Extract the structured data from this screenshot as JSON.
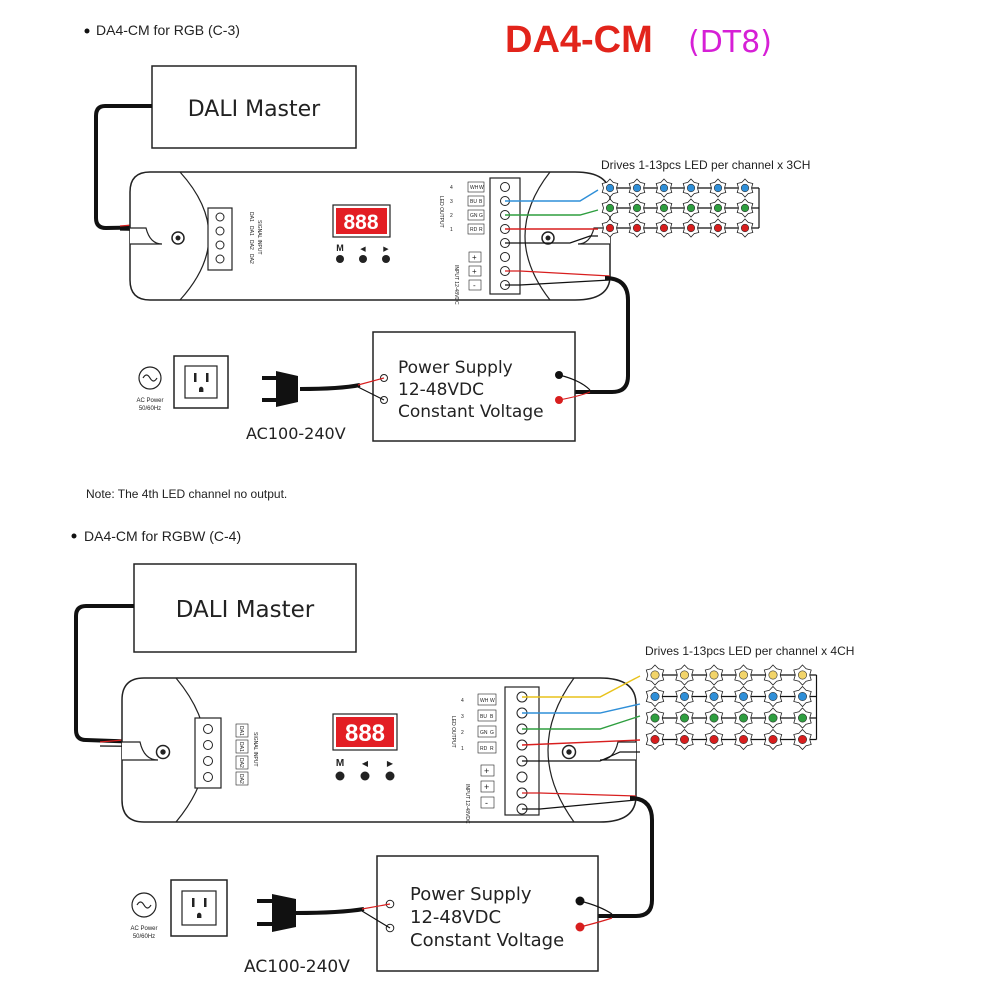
{
  "title": {
    "main": "DA4-CM",
    "suffix": "(DT8)"
  },
  "colors": {
    "title_main": "#e2241b",
    "title_suffix": "#d61fd6",
    "wire_red": "#d81e1e",
    "wire_black": "#111111",
    "wire_blue": "#2f8fd8",
    "wire_green": "#2e9e3f",
    "wire_yellow": "#e8c21a",
    "display_bg": "#e31e24"
  },
  "note": "Note: The 4th LED channel no output.",
  "diagrams": [
    {
      "heading": "DA4-CM for RGB (C-3)",
      "dali_master": "DALI Master",
      "drives_label": "Drives 1-13pcs LED per channel x 3CH",
      "display": "888",
      "buttons": [
        "M",
        "◀",
        "▶"
      ],
      "signal_input_label": "SIGNAL INPUT",
      "signal_terminals": [
        "DA1",
        "DA1",
        "DA2",
        "DA2"
      ],
      "led_output_label": "LED OUTPUT",
      "channel_numbers": [
        "4",
        "3",
        "2",
        "1"
      ],
      "channel_tags": [
        "W",
        "B",
        "G",
        "R"
      ],
      "channel_sub": [
        "WH",
        "BU",
        "GN",
        "RD"
      ],
      "input_label": "INPUT 12-48VDC",
      "polarity": [
        "+",
        "+",
        "-"
      ],
      "power_supply": [
        "Power Supply",
        "12-48VDC",
        "Constant Voltage"
      ],
      "ac_label": "AC100-240V",
      "ac_power": [
        "AC Power",
        "50/60Hz"
      ]
    },
    {
      "heading": "DA4-CM for RGBW (C-4)",
      "dali_master": "DALI Master",
      "drives_label": "Drives 1-13pcs LED per channel x 4CH",
      "display": "888",
      "buttons": [
        "M",
        "◀",
        "▶"
      ],
      "signal_input_label": "SIGNAL INPUT",
      "signal_terminals": [
        "DA1",
        "DA1",
        "DA2",
        "DA2"
      ],
      "led_output_label": "LED OUTPUT",
      "channel_numbers": [
        "4",
        "3",
        "2",
        "1"
      ],
      "channel_tags": [
        "W",
        "B",
        "G",
        "R"
      ],
      "channel_sub": [
        "WH",
        "BU",
        "GN",
        "RD"
      ],
      "input_label": "INPUT 12-48VDC",
      "polarity": [
        "+",
        "+",
        "-"
      ],
      "power_supply": [
        "Power Supply",
        "12-48VDC",
        "Constant Voltage"
      ],
      "ac_label": "AC100-240V",
      "ac_power": [
        "AC Power",
        "50/60Hz"
      ]
    }
  ]
}
